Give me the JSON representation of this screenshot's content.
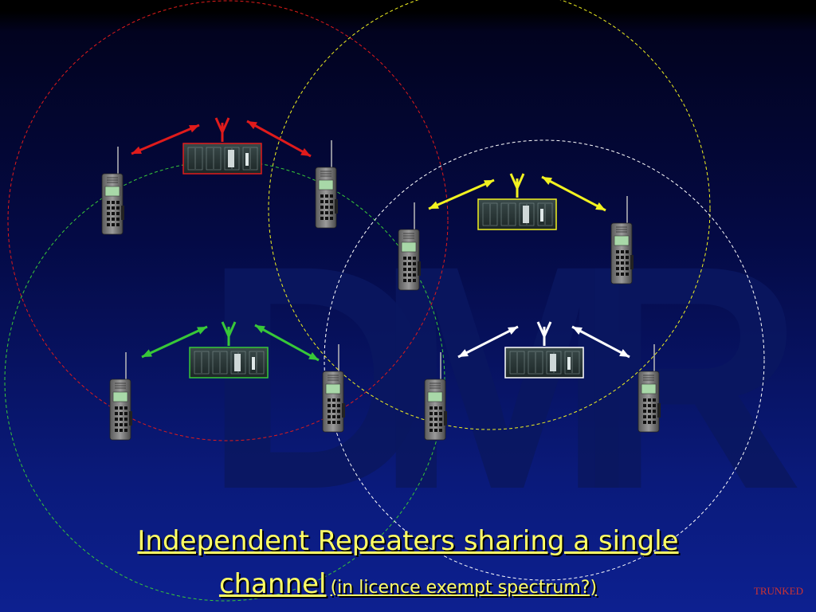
{
  "watermark": {
    "letters": [
      "D",
      "M",
      "R"
    ]
  },
  "title": {
    "line1": "Independent Repeaters sharing a single",
    "line2_main": "channel",
    "line2_sub": "(in licence exempt spectrum?)"
  },
  "footer_tag": "TRUNKED",
  "colors": {
    "red": "#e01b1b",
    "yellow": "#f2f220",
    "green": "#38c838",
    "white": "#ffffff",
    "title": "#ffff66",
    "footer": "#cc3333"
  },
  "repeaters": [
    {
      "id": "red",
      "color": "red"
    },
    {
      "id": "yellow",
      "color": "yellow"
    },
    {
      "id": "green",
      "color": "green"
    },
    {
      "id": "white",
      "color": "white"
    }
  ],
  "icons": [
    "antenna-icon",
    "repeater-unit-icon",
    "handheld-radio-icon",
    "double-arrow-icon",
    "coverage-circle-icon"
  ]
}
